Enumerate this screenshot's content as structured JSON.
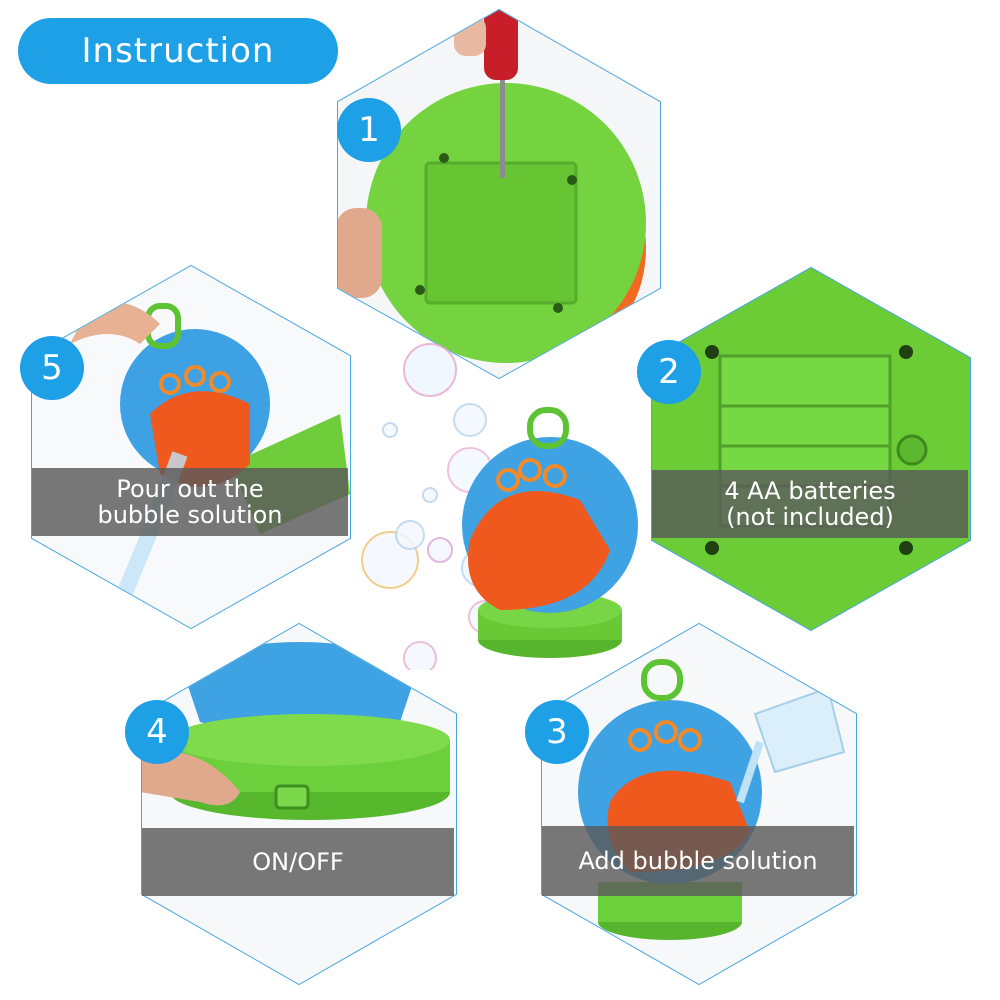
{
  "header": {
    "title": "Instruction"
  },
  "colors": {
    "accent": "#1ea0e6",
    "hex_border": "#4aa8e0",
    "caption_bg": "#5a5a5a",
    "toy_blue": "#3fa2e2",
    "toy_green": "#6ccf3c",
    "toy_orange": "#f0591e"
  },
  "steps": [
    {
      "number": "1",
      "caption_lines": [],
      "icon": "screwdriver-icon"
    },
    {
      "number": "2",
      "caption_lines": [
        "4 AA batteries",
        "(not included)"
      ],
      "icon": "battery-icon"
    },
    {
      "number": "3",
      "caption_lines": [
        "Add bubble solution"
      ],
      "icon": "pour-cup-icon"
    },
    {
      "number": "4",
      "caption_lines": [
        "ON/OFF"
      ],
      "icon": "power-switch-icon"
    },
    {
      "number": "5",
      "caption_lines": [
        "Pour out the",
        "bubble solution"
      ],
      "icon": "pour-out-icon"
    }
  ]
}
